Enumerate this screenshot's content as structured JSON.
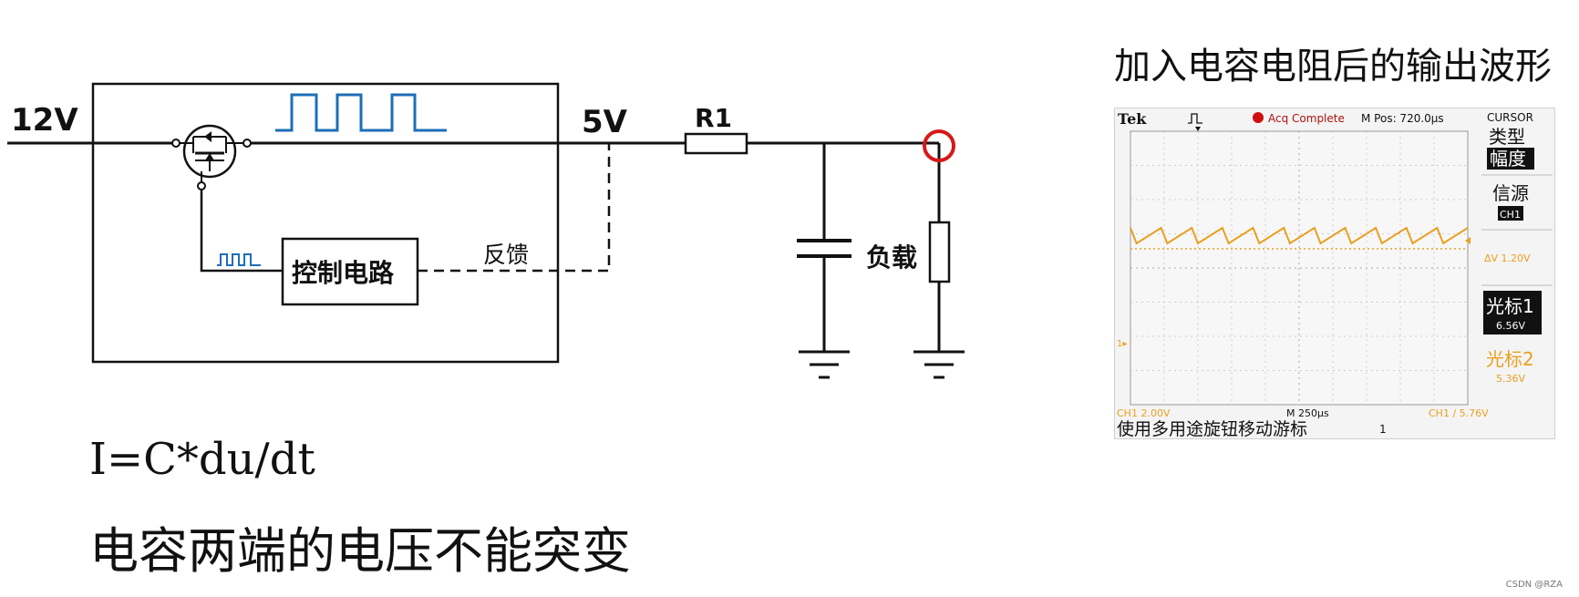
{
  "circuit": {
    "input_label": "12V",
    "output_label": "5V",
    "resistor_label": "R1",
    "control_label": "控制电路",
    "feedback_label": "反馈",
    "load_label": "负载"
  },
  "formula": "I=C*du/dt",
  "caption": "电容两端的电压不能突变",
  "scope": {
    "title": "加入电容电阻后的输出波形",
    "brand": "Tek",
    "status": "Acq Complete",
    "mpos": "M Pos: 720.0µs",
    "menu_title": "CURSOR",
    "type_label": "类型",
    "type_value": "幅度",
    "source_label": "信源",
    "source_value": "CH1",
    "delta_v": "ΔV 1.20V",
    "cursor1_label": "光标1",
    "cursor1_value": "6.56V",
    "cursor2_label": "光标2",
    "cursor2_value": "5.36V",
    "ch1_scale": "CH1  2.00V",
    "time_scale": "M 250µs",
    "trigger": "CH1 ∕ 5.76V",
    "hint": "使用多用途旋钮移动游标",
    "ch_marker": "1▸",
    "colors": {
      "trace": "#e8a020",
      "status_dot": "#d01010"
    }
  },
  "watermark": "CSDN @RZA"
}
